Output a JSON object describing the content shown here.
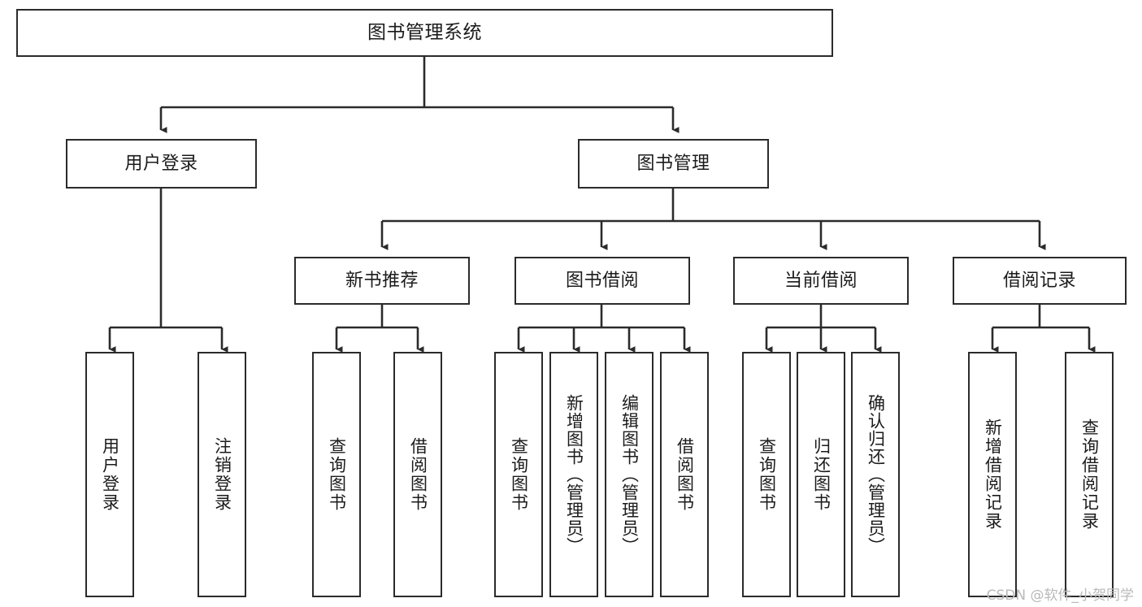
{
  "diagram": {
    "type": "tree",
    "title": "图书管理系统",
    "orientation": "top-down",
    "line_color": "#2b2b2b",
    "box_fill": "#ffffff",
    "text_color": "#1b1b1b",
    "watermark": "CSDN @软件_小贺同学"
  },
  "nodes": {
    "root": {
      "label": "图书管理系统"
    },
    "level1": [
      {
        "label": "用户登录"
      },
      {
        "label": "图书管理"
      }
    ],
    "level2": [
      {
        "label": "新书推荐"
      },
      {
        "label": "图书借阅"
      },
      {
        "label": "当前借阅"
      },
      {
        "label": "借阅记录"
      }
    ],
    "leaves": {
      "user_login": [
        {
          "label": "用户登录"
        },
        {
          "label": "注销登录"
        }
      ],
      "new_book_recommend": [
        {
          "label": "查询图书"
        },
        {
          "label": "借阅图书"
        }
      ],
      "book_borrow": [
        {
          "label": "查询图书"
        },
        {
          "label": "新增图书（管理员）"
        },
        {
          "label": "编辑图书（管理员）"
        },
        {
          "label": "借阅图书"
        }
      ],
      "current_borrow": [
        {
          "label": "查询图书"
        },
        {
          "label": "归还图书"
        },
        {
          "label": "确认归还（管理员）"
        }
      ],
      "borrow_record": [
        {
          "label": "新增借阅记录"
        },
        {
          "label": "查询借阅记录"
        }
      ]
    }
  }
}
